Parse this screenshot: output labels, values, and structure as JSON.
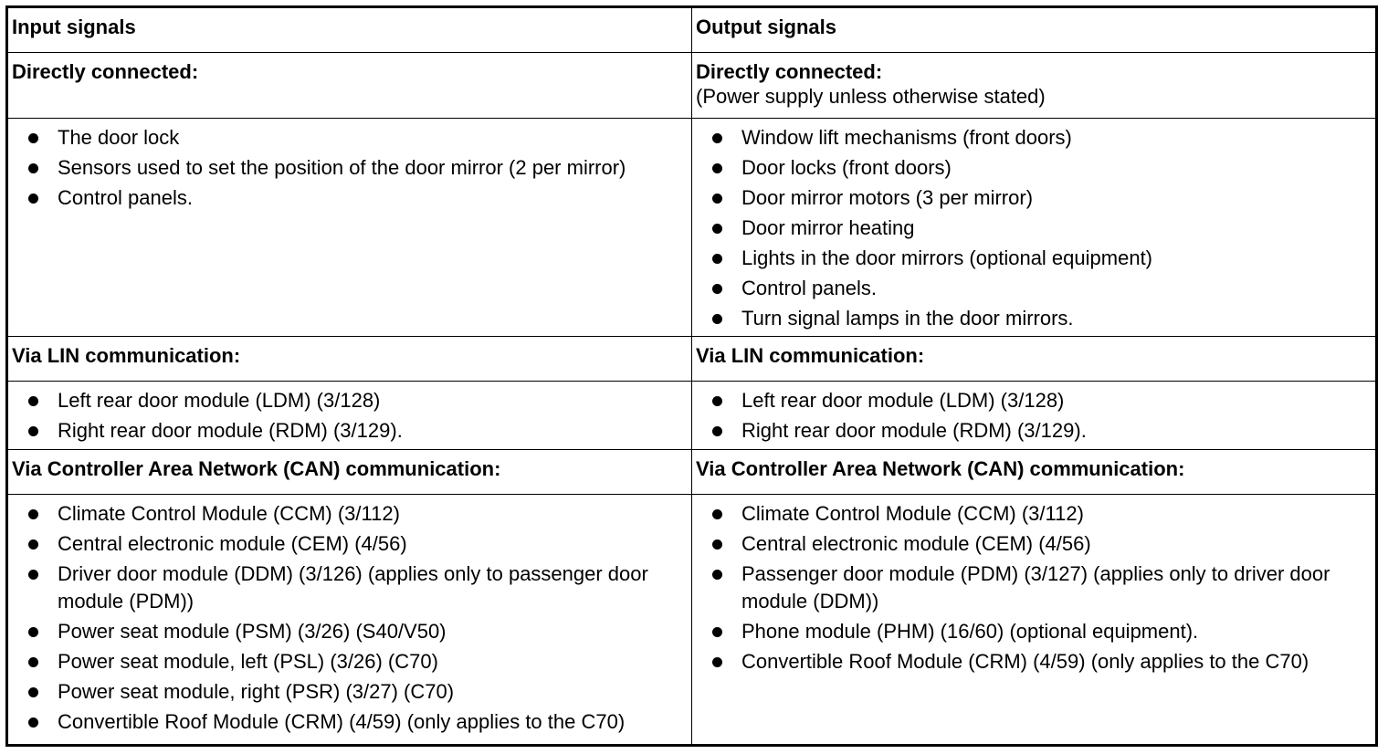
{
  "headers": {
    "input": "Input signals",
    "output": "Output signals"
  },
  "sections": [
    {
      "input_title": "Directly connected:",
      "output_title": "Directly connected:",
      "output_subtitle": "(Power supply unless otherwise stated)",
      "input_items": [
        "The door lock",
        "Sensors used to set the position of the door mirror (2 per mirror)",
        "Control panels."
      ],
      "output_items": [
        "Window lift mechanisms (front doors)",
        "Door locks (front doors)",
        "Door mirror motors (3 per mirror)",
        "Door mirror heating",
        "Lights in the door mirrors (optional equipment)",
        "Control panels.",
        "Turn signal lamps in the door mirrors."
      ]
    },
    {
      "input_title": "Via LIN communication:",
      "output_title": "Via LIN communication:",
      "input_items": [
        "Left rear door module (LDM) (3/128)",
        "Right rear door module (RDM) (3/129)."
      ],
      "output_items": [
        "Left rear door module (LDM) (3/128)",
        "Right rear door module (RDM) (3/129)."
      ]
    },
    {
      "input_title": "Via Controller Area Network (CAN) communication:",
      "output_title": "Via Controller Area Network (CAN) communication:",
      "input_items": [
        "Climate Control Module (CCM) (3/112)",
        "Central electronic module (CEM) (4/56)",
        "Driver door module (DDM) (3/126) (applies only to passenger door module (PDM))",
        "Power seat module (PSM) (3/26) (S40/V50)",
        "Power seat module, left (PSL) (3/26) (C70)",
        "Power seat module, right (PSR) (3/27) (C70)",
        "Convertible Roof Module (CRM) (4/59) (only applies to the C70)"
      ],
      "output_items": [
        "Climate Control Module (CCM) (3/112)",
        "Central electronic module (CEM) (4/56)",
        "Passenger door module (PDM) (3/127) (applies only to driver door module (DDM))",
        "Phone module (PHM) (16/60) (optional equipment).",
        "Convertible Roof Module (CRM) (4/59) (only applies to the C70)"
      ]
    }
  ]
}
